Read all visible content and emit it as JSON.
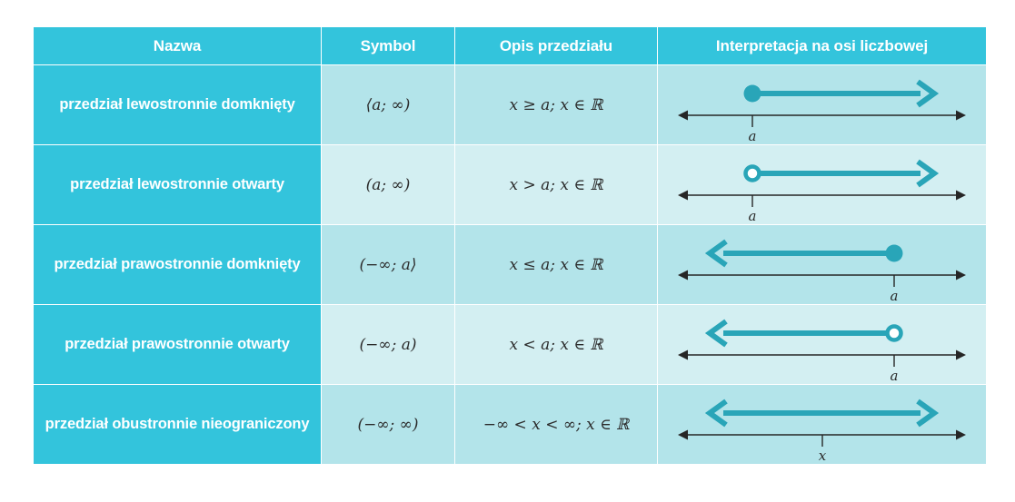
{
  "table": {
    "headers": [
      "Nazwa",
      "Symbol",
      "Opis przedziału",
      "Interpretacja na osi liczbowej"
    ],
    "rows": [
      {
        "name": "przedział lewostronnie domknięty",
        "symbol": "⟨a; ∞)",
        "description": "x ≥ a; x ∈ ℝ",
        "axis": {
          "type": "ray-right",
          "endpoint": "closed",
          "tick_label": "a",
          "tick_position_pct": 26,
          "shade": "dark"
        }
      },
      {
        "name": "przedział lewostronnie otwarty",
        "symbol": "(a; ∞)",
        "description": "x > a; x ∈ ℝ",
        "axis": {
          "type": "ray-right",
          "endpoint": "open",
          "tick_label": "a",
          "tick_position_pct": 26,
          "shade": "light"
        }
      },
      {
        "name": "przedział prawostronnie domknięty",
        "symbol": "(−∞; a⟩",
        "description": "x ≤ a;  x ∈ ℝ",
        "axis": {
          "type": "ray-left",
          "endpoint": "closed",
          "tick_label": "a",
          "tick_position_pct": 75,
          "shade": "dark"
        }
      },
      {
        "name": "przedział prawostronnie otwarty",
        "symbol": "(−∞; a)",
        "description": "x < a;  x ∈ ℝ",
        "axis": {
          "type": "ray-left",
          "endpoint": "open",
          "tick_label": "a",
          "tick_position_pct": 75,
          "shade": "light"
        }
      },
      {
        "name": "przedział obustronnie nieograniczony",
        "symbol": "(−∞; ∞)",
        "description": "−∞ < x < ∞;  x ∈ ℝ",
        "axis": {
          "type": "double",
          "endpoint": "none",
          "tick_label": "x",
          "tick_position_pct": 50,
          "shade": "dark"
        }
      }
    ]
  },
  "colors": {
    "header_bg": "#33C4DC",
    "name_bg": "#33C4DC",
    "row_dark": "#B3E4EA",
    "row_light": "#D3EFF2",
    "accent_teal": "#29A5B8",
    "axis_black": "#262626",
    "header_text": "#FFFFFF",
    "page_bg": "#FFFFFF"
  }
}
